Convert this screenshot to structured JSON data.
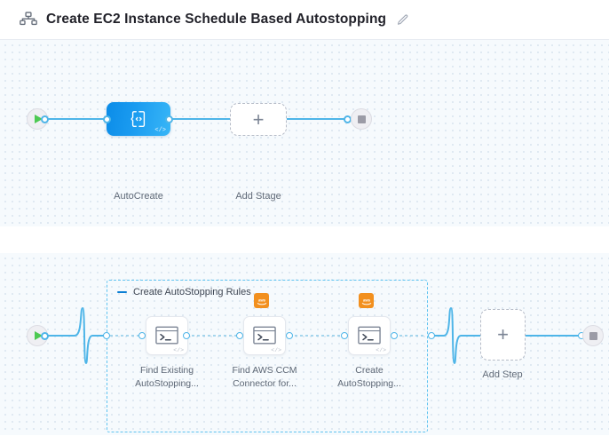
{
  "header": {
    "icon": "pipeline-nodes-icon",
    "title": "Create EC2 Instance Schedule Based Autostopping",
    "edit_icon": "pencil-edit-icon"
  },
  "colors": {
    "accent_blue": "#4eb5e8",
    "stage_blue": "#0b8ce8",
    "play_green": "#4dc952",
    "stop_gray": "#9b9ba6",
    "aws_orange": "#f2901f",
    "group_border": "#5fc3f0",
    "canvas_bg": "#f6fafd",
    "dot_grid": "#dbe6f0"
  },
  "stage_canvas": {
    "start_node": {
      "name": "pipeline-start",
      "icon": "play-icon"
    },
    "end_node": {
      "name": "pipeline-end",
      "icon": "stop-square-icon"
    },
    "stages": [
      {
        "label": "AutoCreate",
        "icon": "code-braces-icon",
        "corner_glyph": "</>",
        "type": "custom-stage"
      }
    ],
    "add_stage": {
      "label": "Add Stage",
      "icon": "plus-icon"
    }
  },
  "step_canvas": {
    "start_node": {
      "name": "execution-start",
      "icon": "play-icon"
    },
    "end_node": {
      "name": "execution-end",
      "icon": "stop-square-icon"
    },
    "group": {
      "title": "Create AutoStopping Rules",
      "collapse_icon": "minus-icon",
      "steps": [
        {
          "label": "Find Existing\nAutoStopping...",
          "icon": "terminal-icon",
          "corner_glyph": "</>",
          "badge": null
        },
        {
          "label": "Find AWS CCM\nConnector for...",
          "icon": "terminal-icon",
          "corner_glyph": "</>",
          "badge": "aws-icon"
        },
        {
          "label": "Create\nAutoStopping...",
          "icon": "terminal-icon",
          "corner_glyph": "</>",
          "badge": "aws-icon"
        }
      ]
    },
    "add_step": {
      "label": "Add Step",
      "icon": "plus-icon"
    }
  }
}
